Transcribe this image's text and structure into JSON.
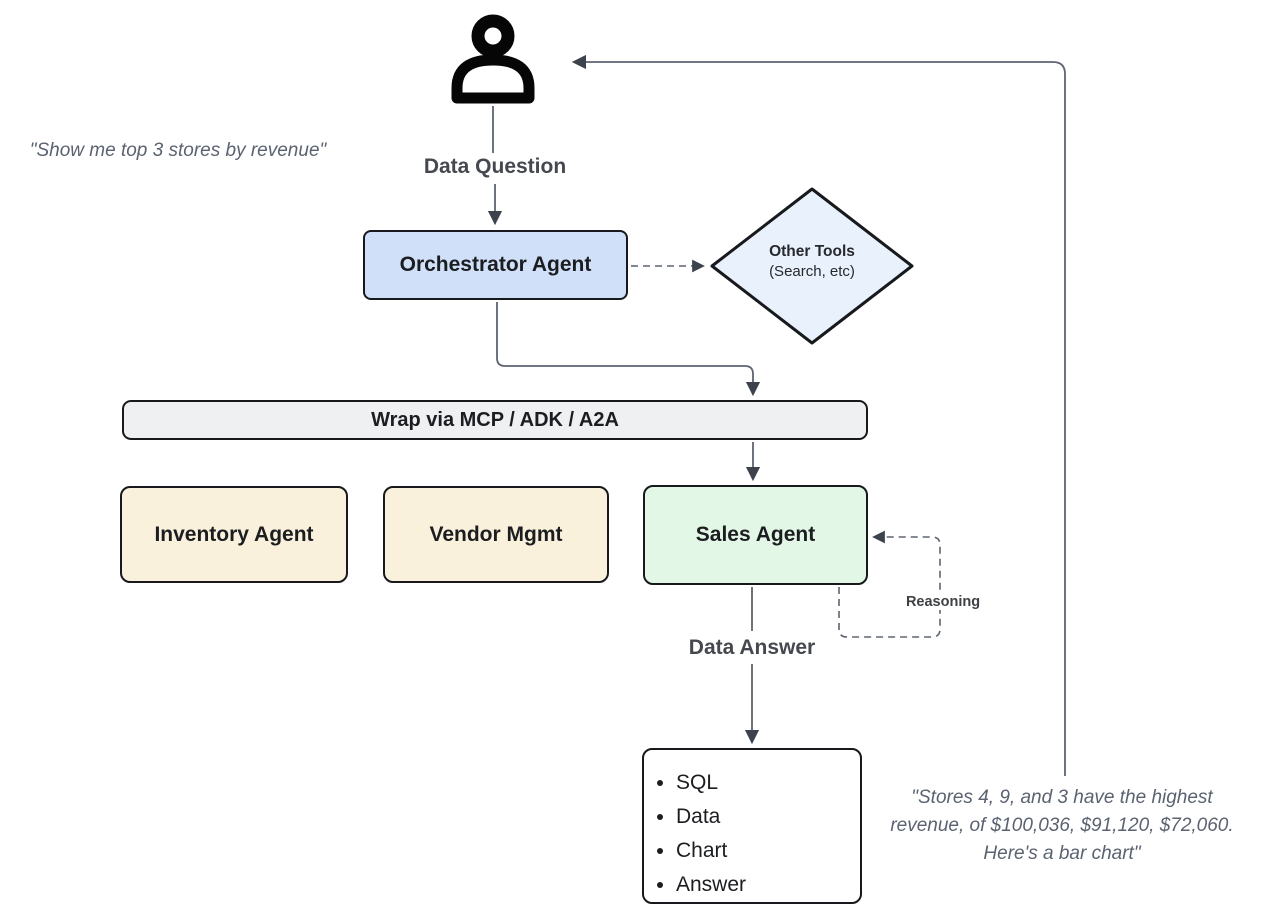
{
  "palette": {
    "line": "#5d6470",
    "arrowhead": "#3d434d",
    "node_border": "#17191c",
    "orchestrator_fill": "#cfe0f8",
    "diamond_fill": "#e9f1fc",
    "wrap_fill": "#eef0f2",
    "agent_fill": "#faf1dc",
    "sales_fill": "#e3f7e6",
    "output_fill": "#ffffff",
    "quote_text": "#5b6270",
    "label_text": "#45494f"
  },
  "icons": {
    "user": "person-icon"
  },
  "quotes": {
    "left": "\"Show me top 3 stores by revenue\"",
    "right": "\"Stores 4, 9, and 3 have the highest\nrevenue, of $100,036, $91,120, $72,060.\nHere's a bar chart\""
  },
  "flow_labels": {
    "data_question": "Data Question",
    "data_answer": "Data Answer",
    "reasoning": "Reasoning"
  },
  "nodes": {
    "orchestrator": {
      "label": "Orchestrator Agent"
    },
    "other_tools": {
      "title": "Other Tools",
      "subtitle": "(Search, etc)"
    },
    "wrap_bar": {
      "label": "Wrap via MCP / ADK / A2A"
    },
    "inventory_agent": {
      "label": "Inventory Agent"
    },
    "vendor_mgmt": {
      "label": "Vendor Mgmt"
    },
    "sales_agent": {
      "label": "Sales Agent"
    },
    "output": {
      "items": [
        "SQL",
        "Data",
        "Chart",
        "Answer"
      ]
    }
  }
}
